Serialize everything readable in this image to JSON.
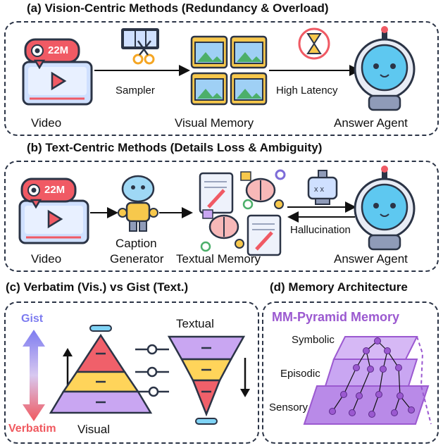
{
  "section_a": {
    "title": "(a) Vision-Centric Methods (Redundancy & Overload)",
    "badge": "22M",
    "video_label": "Video",
    "sampler_label": "Sampler",
    "visual_memory_label": "Visual Memory",
    "latency_label": "High Latency",
    "agent_label": "Answer Agent"
  },
  "section_b": {
    "title": "(b) Text-Centric Methods (Details Loss & Ambiguity)",
    "badge": "22M",
    "video_label": "Video",
    "caption_line1": "Caption",
    "caption_line2": "Generator",
    "textual_memory_label": "Textual Memory",
    "hallucination_label": "Hallucination",
    "agent_label": "Answer Agent"
  },
  "section_c": {
    "title": "(c) Verbatim (Vis.) vs Gist (Text.)",
    "gist_label": "Gist",
    "verbatim_label": "Verbatim",
    "visual_label": "Visual",
    "textual_label": "Textual"
  },
  "section_d": {
    "title": "(d) Memory Architecture",
    "pyramid_title": "MM-Pyramid Memory",
    "levels": [
      "Symbolic",
      "Episodic",
      "Sensory"
    ]
  },
  "colors": {
    "border": "#2b3446",
    "purple": "#9b59d0",
    "gist_blue": "#7d7cf0",
    "verbatim_red": "#f0595f",
    "pyramid_red": "#f0606a",
    "pyramid_yellow": "#ffd45a",
    "pyramid_purple": "#c9a6f2"
  }
}
